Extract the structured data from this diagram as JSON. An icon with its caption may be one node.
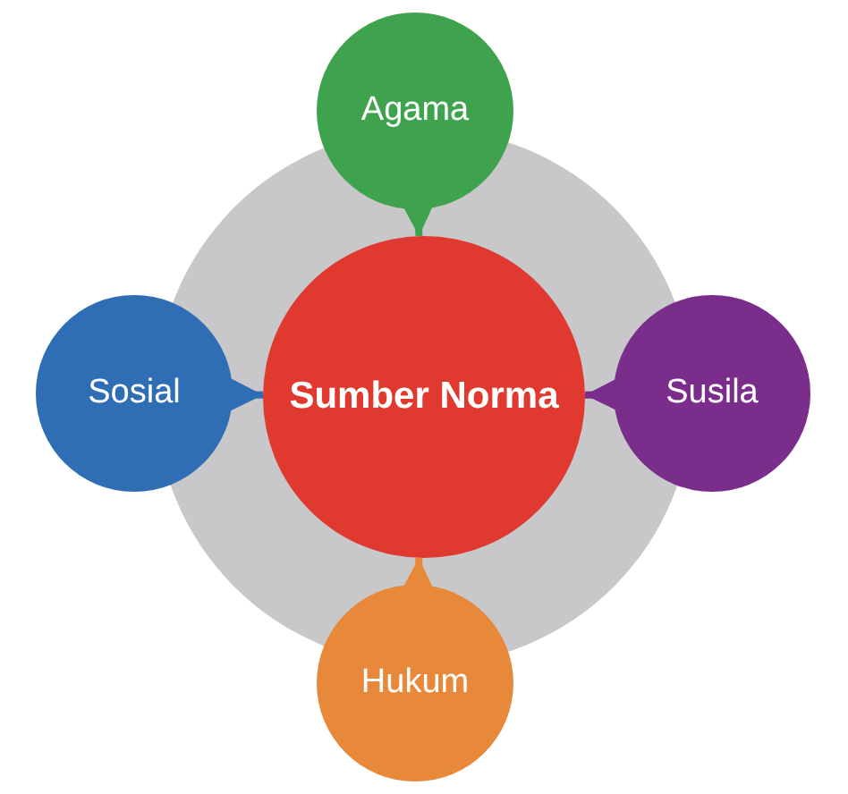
{
  "diagram": {
    "nodes": [
      {
        "text": [],
        "shape": "circle"
      },
      {
        "text": [
          "Sumber Norma"
        ],
        "in": 0
      },
      {
        "text": [
          "Agama"
        ]
      },
      {
        "text": [
          "Sosial"
        ]
      },
      {
        "text": [
          "Susila"
        ]
      },
      {
        "text": [
          "Hukum"
        ]
      }
    ],
    "edges": [
      {
        "from": 2,
        "to": 1,
        "arrow": "to",
        "color": "#3fa34d"
      },
      {
        "from": 3,
        "to": 1,
        "arrow": "to",
        "color": "#2f6db5"
      },
      {
        "from": 4,
        "to": 1,
        "arrow": "to",
        "color": "#7b2d8b"
      },
      {
        "from": 5,
        "to": 1,
        "arrow": "to",
        "color": "#e8883a"
      }
    ]
  }
}
